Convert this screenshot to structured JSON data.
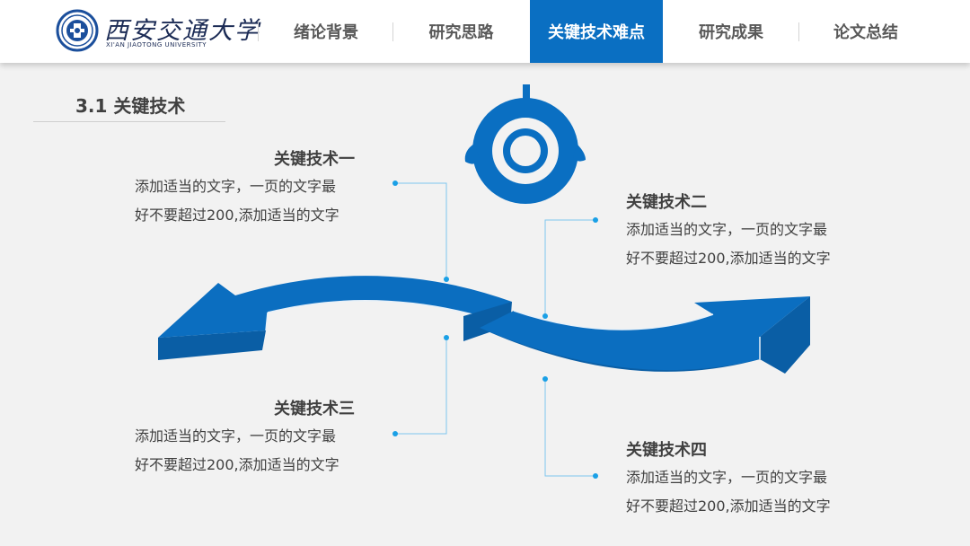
{
  "brand": {
    "name_zh": "西安交通大学",
    "name_en": "XI'AN JIAOTONG UNIVERSITY"
  },
  "nav": [
    {
      "label": "绪论背景",
      "active": false
    },
    {
      "label": "研究思路",
      "active": false
    },
    {
      "label": "关键技术难点",
      "active": true
    },
    {
      "label": "研究成果",
      "active": false
    },
    {
      "label": "论文总结",
      "active": false
    }
  ],
  "section": {
    "title": "3.1 关键技术"
  },
  "key_points": [
    {
      "title": "关键技术一",
      "line1": "添加适当的文字，一页的文字最",
      "line2": "好不要超过200,添加适当的文字"
    },
    {
      "title": "关键技术二",
      "line1": "添加适当的文字，一页的文字最",
      "line2": "好不要超过200,添加适当的文字"
    },
    {
      "title": "关键技术三",
      "line1": "添加适当的文字，一页的文字最",
      "line2": "好不要超过200,添加适当的文字"
    },
    {
      "title": "关键技术四",
      "line1": "添加适当的文字，一页的文字最",
      "line2": "好不要超过200,添加适当的文字"
    }
  ],
  "colors": {
    "accent": "#0a6fc2",
    "arrow_top": "#0b6ec0",
    "arrow_side": "#0a5ea5",
    "connector": "#7fc6ee",
    "dot": "#1aa0e6",
    "background": "#f2f2f2"
  },
  "icons": {
    "logo": "university-emblem-icon",
    "center": "target-ring-icon",
    "arrows": "curved-double-arrow-icon"
  }
}
